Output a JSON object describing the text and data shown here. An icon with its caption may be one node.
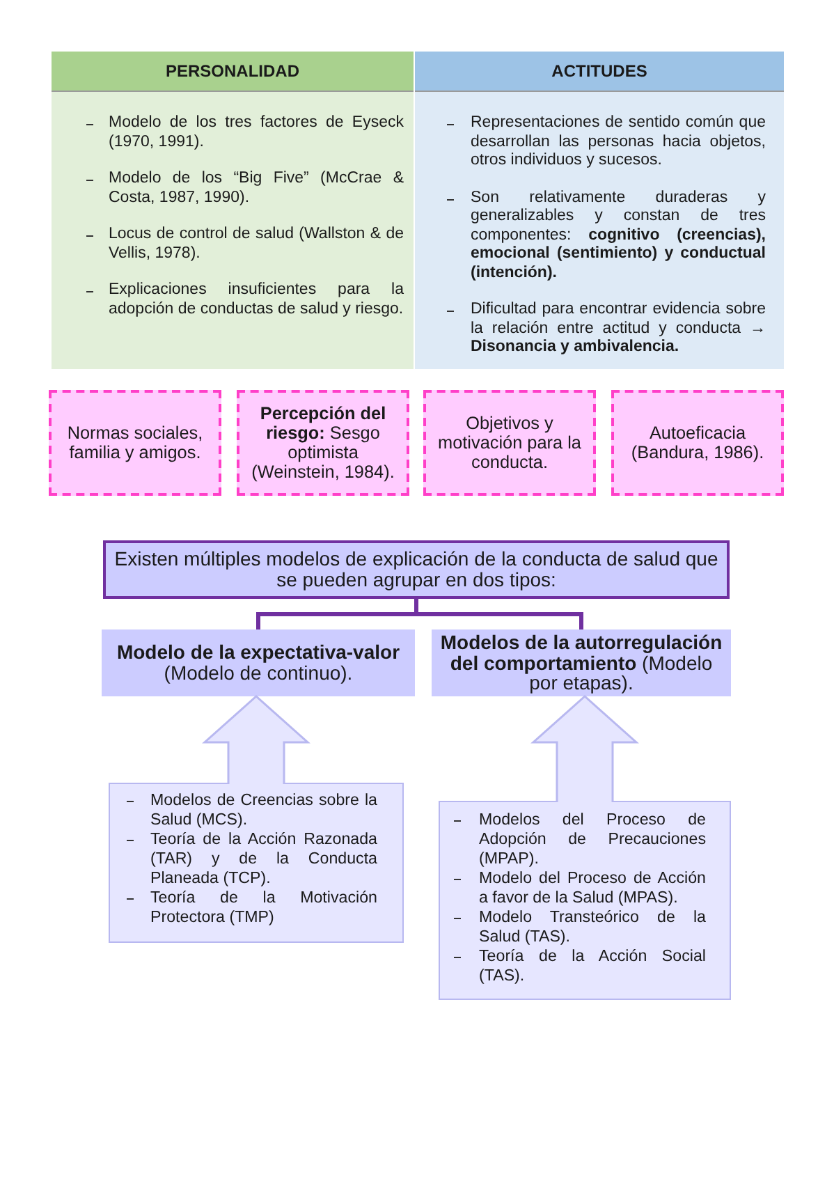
{
  "diagram": {
    "nodes": [
      {
        "text": [
          "PERSONALIDAD",
          "Modelo de los tres factores de Eyseck (1970, 1991).",
          "Modelo de los “Big Five” (McCrae & Costa, 1987, 1990).",
          "Locus de control de salud (Wallston & de Vellis, 1978).",
          "Explicaciones insuficientes para la adopción de conductas de salud y riesgo."
        ]
      },
      {
        "text": [
          "ACTITUDES",
          "Representaciones de sentido común que desarrollan las personas hacia objetos, otros individuos y sucesos.",
          "Son relativamente duraderas y generalizables y constan de tres componentes: **cognitivo (creencias), emocional (sentimiento) y conductual (intención).**",
          "Dificultad para encontrar evidencia sobre la relación entre actitud y conducta → **Disonancia y ambivalencia.**"
        ]
      },
      {
        "text": [
          "Normas sociales, familia y amigos."
        ]
      },
      {
        "text": [
          "**Percepción del riesgo:** Sesgo optimista (Weinstein, 1984)."
        ]
      },
      {
        "text": [
          "Objetivos y motivación para la conducta."
        ]
      },
      {
        "text": [
          "Autoeficacia (Bandura, 1986)."
        ]
      },
      {
        "text": [
          "Existen múltiples modelos de explicación de la conducta de salud que se pueden agrupar en dos tipos:"
        ]
      },
      {
        "text": [
          "**Modelo de la expectativa-valor** (Modelo de continuo)."
        ]
      },
      {
        "text": [
          "**Modelos de la autorregulación del comportamiento** (Modelo por etapas)."
        ]
      },
      {
        "text": [
          "Modelos de Creencias sobre la Salud (MCS).",
          "Teoría de la Acción Razonada (TAR) y de la Conducta Planeada (TCP).",
          "Teoría de la Motivación Protectora (TMP)"
        ]
      },
      {
        "text": [
          "Modelos del Proceso de Adopción de Precauciones (MPAP).",
          "Modelo del Proceso de Acción a favor de la Salud (MPAS).",
          "Modelo Transteórico de la Salud (TAS).",
          "Teoría de la Acción Social (TAS)."
        ]
      }
    ],
    "edges": [
      {
        "from": 6,
        "to": 7,
        "arrow": "none",
        "color": "#7030a0"
      },
      {
        "from": 6,
        "to": 8,
        "arrow": "none",
        "color": "#7030a0"
      },
      {
        "from": 9,
        "to": 7,
        "arrow": "to",
        "style": "thick",
        "color": "#e6e6ff"
      },
      {
        "from": 10,
        "to": 8,
        "arrow": "to",
        "style": "thick",
        "color": "#e6e6ff"
      }
    ]
  }
}
